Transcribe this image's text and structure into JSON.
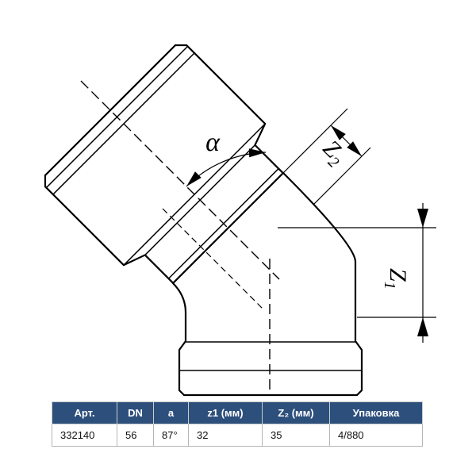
{
  "drawing": {
    "alpha_label": "α",
    "z2_label": "Z",
    "z2_sub": "2",
    "z1_label": "Z",
    "z1_sub": "1"
  },
  "table": {
    "headers": [
      "Арт.",
      "DN",
      "a",
      "z1 (мм)",
      "Z₂ (мм)",
      "Упаковка"
    ],
    "rows": [
      [
        "332140",
        "56",
        "87°",
        "32",
        "35",
        "4/880"
      ]
    ]
  }
}
